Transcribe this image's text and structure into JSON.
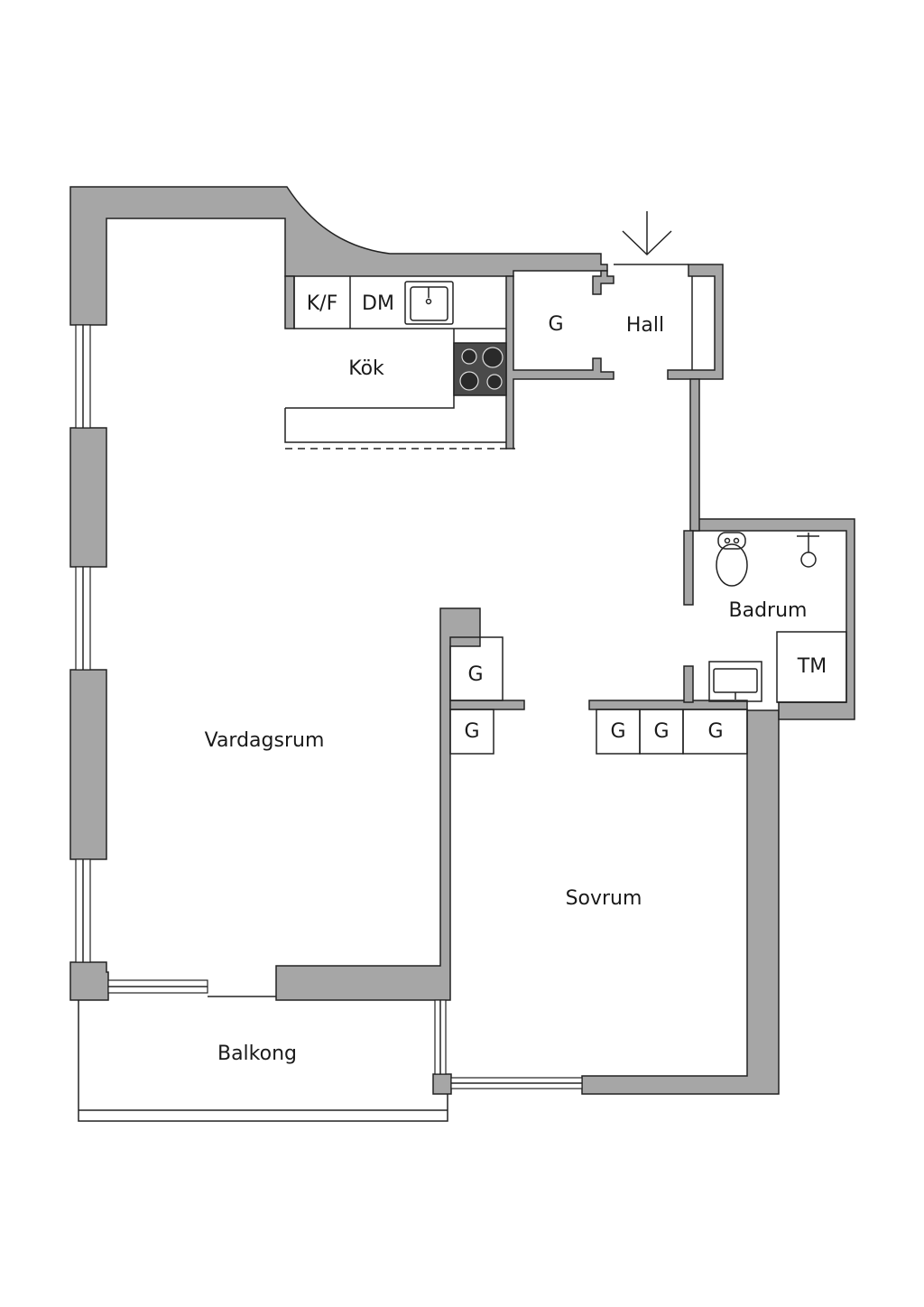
{
  "colors": {
    "wall_fill": "#a6a6a6",
    "line": "#222222",
    "background": "#ffffff",
    "stove": "#4a4a4a"
  },
  "rooms": {
    "vardagsrum": "Vardagsrum",
    "kok": "Kök",
    "hall": "Hall",
    "badrum": "Badrum",
    "sovrum": "Sovrum",
    "balkong": "Balkong"
  },
  "fixtures": {
    "kf": "K/F",
    "dm": "DM",
    "tm": "TM",
    "g_hall": "G",
    "g_upper": "G",
    "g_lower": "G",
    "g_bed_1": "G",
    "g_bed_2": "G",
    "g_bed_3": "G"
  },
  "icons": {
    "entrance": "entrance-arrow-icon",
    "sink": "kitchen-sink-icon",
    "stove": "stove-icon",
    "toilet": "toilet-icon",
    "shower": "shower-icon",
    "washbasin": "washbasin-icon"
  }
}
